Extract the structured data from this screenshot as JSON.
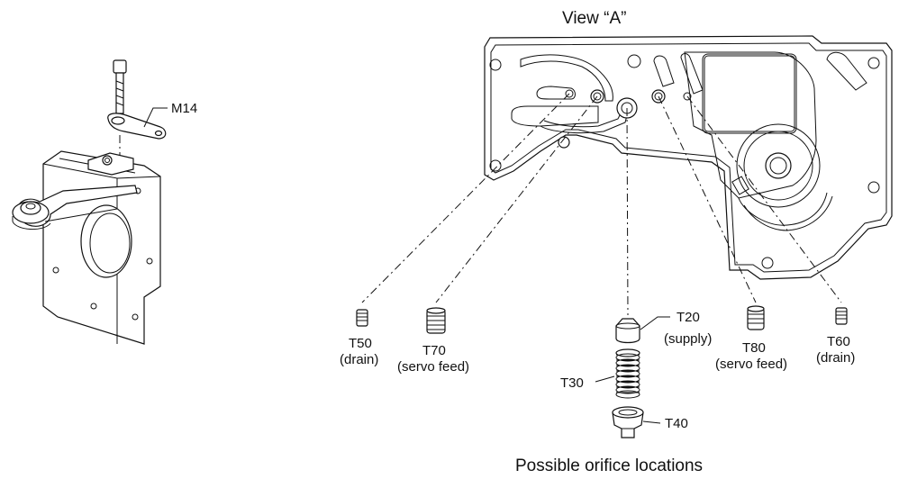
{
  "view_title": "View “A”",
  "caption": "Possible orifice locations",
  "labels": {
    "m14": "M14",
    "t50": "T50",
    "t50_sub": "(drain)",
    "t70": "T70",
    "t70_sub": "(servo feed)",
    "t20": "T20",
    "t20_sub": "(supply)",
    "t80": "T80",
    "t80_sub": "(servo feed)",
    "t60": "T60",
    "t60_sub": "(drain)",
    "t30": "T30",
    "t40": "T40"
  }
}
